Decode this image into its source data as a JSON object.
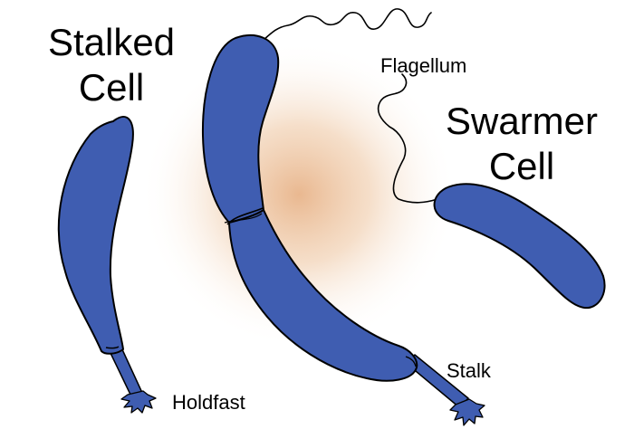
{
  "labels": {
    "stalked_cell_line1": "Stalked",
    "stalked_cell_line2": "Cell",
    "swarmer_cell_line1": "Swarmer",
    "swarmer_cell_line2": "Cell",
    "flagellum": "Flagellum",
    "stalk": "Stalk",
    "holdfast": "Holdfast"
  },
  "colors": {
    "cell_fill": "#3f5db1",
    "outline": "#000000",
    "glow": "#e8b48a"
  }
}
